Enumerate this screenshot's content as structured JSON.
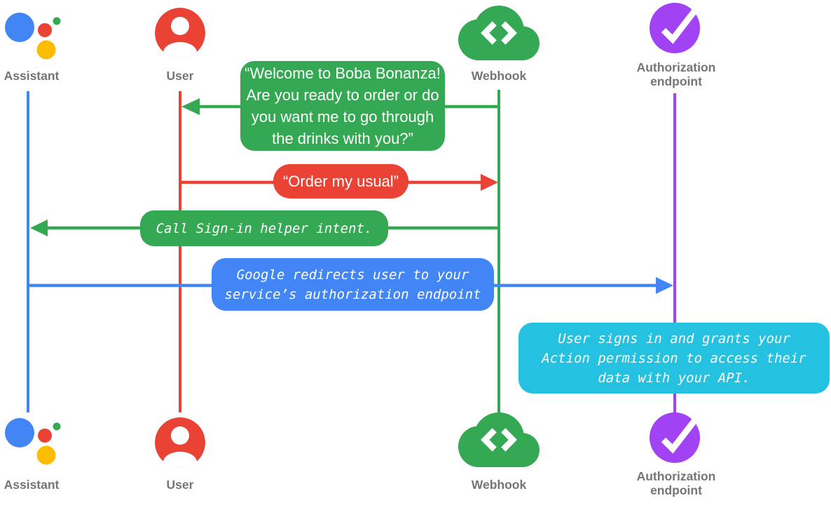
{
  "diagram": {
    "type": "sequence-diagram",
    "colors": {
      "blue": "#4285F4",
      "red": "#EA4335",
      "green": "#34A853",
      "yellow": "#FBBC04",
      "purple": "#A142F4",
      "cyan": "#24C1E0",
      "label_gray": "#757575",
      "bubble_text": "#ffffff"
    },
    "actors": [
      {
        "id": "assistant",
        "label": "Assistant",
        "icon": "google-assistant-icon",
        "color": "#4285F4"
      },
      {
        "id": "user",
        "label": "User",
        "icon": "person-icon",
        "color": "#EA4335"
      },
      {
        "id": "webhook",
        "label": "Webhook",
        "icon": "cloud-code-icon",
        "color": "#34A853"
      },
      {
        "id": "authorization-endpoint",
        "label": "Authorization endpoint",
        "icon": "check-circle-icon",
        "color": "#A142F4"
      }
    ],
    "messages": [
      {
        "id": "welcome",
        "from": "Webhook",
        "to": "User",
        "color": "#34A853",
        "style": "sans",
        "lines": [
          "“Welcome to Boba Bonanza!",
          "Are you ready to order or do",
          "you want me to go through",
          "the drinks with you?”"
        ]
      },
      {
        "id": "order-my-usual",
        "from": "User",
        "to": "Webhook",
        "color": "#EA4335",
        "style": "sans",
        "lines": [
          "“Order my usual”"
        ]
      },
      {
        "id": "sign-in-helper",
        "from": "Webhook",
        "to": "Assistant",
        "color": "#34A853",
        "style": "mono-italic",
        "lines": [
          "Call Sign-in helper intent."
        ]
      },
      {
        "id": "redirect-to-auth",
        "from": "Assistant",
        "to": "Authorization endpoint",
        "color": "#4285F4",
        "style": "mono-italic",
        "lines": [
          "Google redirects user to your",
          "service’s authorization endpoint"
        ]
      },
      {
        "id": "user-signs-in-note",
        "kind": "note",
        "over": "Authorization endpoint",
        "color": "#24C1E0",
        "style": "mono-italic",
        "lines": [
          "User signs in and grants your",
          "Action permission to access their",
          "data with your API."
        ]
      }
    ]
  }
}
